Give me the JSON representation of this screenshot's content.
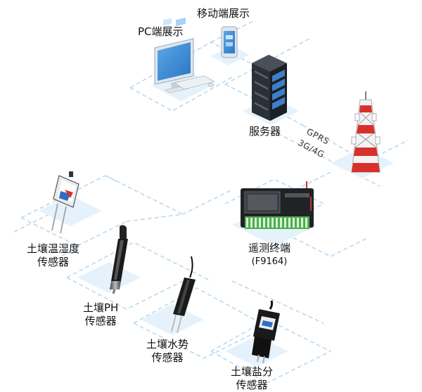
{
  "labels": {
    "mobile": "移动端展示",
    "pc": "PC端展示",
    "server": "服务器",
    "rtu_line1": "遥测终端",
    "rtu_line2": "(F9164)",
    "soil_temp_l1": "土壤温湿度",
    "soil_temp_l2": "传感器",
    "soil_ph_l1": "土壤PH",
    "soil_ph_l2": "传感器",
    "soil_water_l1": "土壤水势",
    "soil_water_l2": "传感器",
    "soil_salt_l1": "土壤盐分",
    "soil_salt_l2": "传感器"
  },
  "network": {
    "gprs": "GPRS",
    "g34": "3G/4G"
  },
  "colors": {
    "dash": "#bcd9ee",
    "tile": "#e6f2fb",
    "server": "#2b2f36",
    "tower_red": "#d8302a",
    "sensor_dark": "#1a1a1a",
    "pcb_green": "#4cae4c",
    "monitor_blue": "#3a8fd8"
  }
}
